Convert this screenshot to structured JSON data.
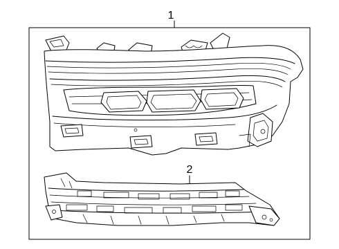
{
  "callouts": [
    {
      "number": "1",
      "part": "headlamp-assembly"
    },
    {
      "number": "2",
      "part": "lower-bracket"
    }
  ],
  "colors": {
    "line": "#000000",
    "background": "#ffffff"
  }
}
